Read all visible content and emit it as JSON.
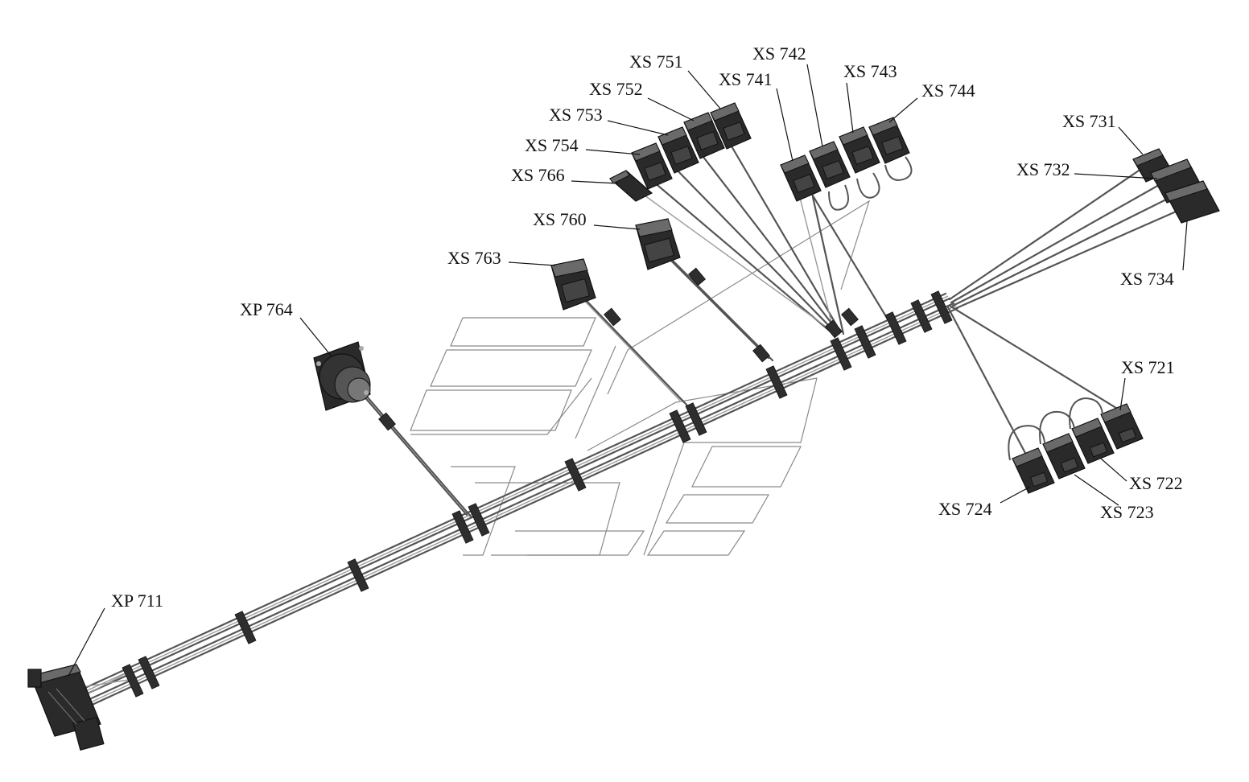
{
  "labels": {
    "xs751": "XS 751",
    "xs752": "XS 752",
    "xs753": "XS 753",
    "xs754": "XS 754",
    "xs766": "XS 766",
    "xs760": "XS 760",
    "xs763": "XS 763",
    "xp764": "XP 764",
    "xp711": "XP 711",
    "xs741": "XS 741",
    "xs742": "XS 742",
    "xs743": "XS 743",
    "xs744": "XS 744",
    "xs731": "XS 731",
    "xs732": "XS 732",
    "xs734": "XS 734",
    "xs721": "XS 721",
    "xs722": "XS 722",
    "xs723": "XS 723",
    "xs724": "XS 724"
  },
  "colors": {
    "connector": "#2a2a2a",
    "wire": "#555555",
    "label": "#111111",
    "background": "#ffffff"
  }
}
